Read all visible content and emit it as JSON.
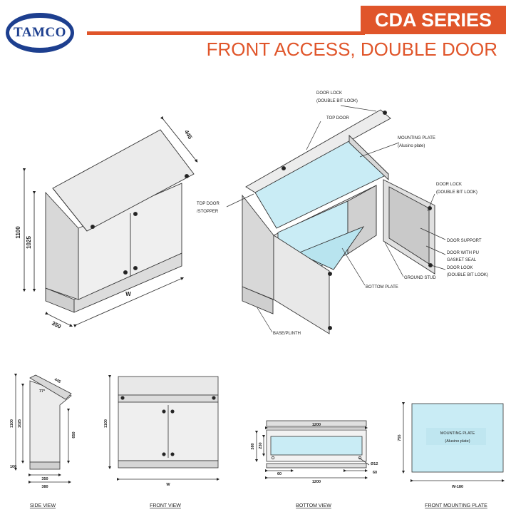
{
  "logo": {
    "text": "TAMCO"
  },
  "header": {
    "series": "CDA SERIES",
    "subtitle": "FRONT ACCESS, DOUBLE DOOR"
  },
  "colors": {
    "accent": "#e0552a",
    "brand": "#1d3f8f",
    "plate": "#c9ecf5"
  },
  "iso_dims": {
    "height": "1100",
    "body": "1025",
    "roof": "445",
    "depth": "350",
    "width": "W"
  },
  "callouts": {
    "door_lock_top": [
      "DOOR LOCK",
      "(DOUBLE BIT LOOK)"
    ],
    "top_door": "TOP DOOR",
    "mounting_plate": [
      "MOUNTING PLATE",
      "(Alusino plate)"
    ],
    "door_lock_right": [
      "DOOR LOCK",
      "(DOUBLE BIT LOOK)"
    ],
    "top_door_stopper": [
      "TOP DOOR",
      "/STOPPER"
    ],
    "door_support": "DOOR SUPPORT",
    "door_gasket": [
      "DOOR WITH PU",
      "GASKET SEAL"
    ],
    "door_lock_bottom": [
      "DOOR LOOK",
      "(DOUBLE BIT LOOK)"
    ],
    "ground_stud": "GROUND STUD",
    "bottom_plate": "BOTTOM PLATE",
    "base_plinth": "BASE/PLINTH"
  },
  "side_view": {
    "caption": "SIDE VIEW",
    "dims": {
      "roof": "445",
      "angle": "77°",
      "total_h": "1100",
      "body_h": "1025",
      "front_h": "650",
      "base_h": "100",
      "depth": "350",
      "total_d": "380"
    }
  },
  "front_view": {
    "caption": "FRONT VIEW",
    "dims": {
      "height": "1100",
      "width": "W"
    }
  },
  "bottom_view": {
    "caption": "BOTTOM VIEW",
    "dims": {
      "width": "1200",
      "depth": "380",
      "opening": "230",
      "left": "60",
      "right": "60",
      "hole": "Ø12"
    }
  },
  "mounting_plate_view": {
    "caption": "FRONT MOUNTING PLATE",
    "label": "MOUNTING PLATE",
    "sub": "(Alusino plate)",
    "dims": {
      "height": "755",
      "width": "W-180"
    }
  }
}
